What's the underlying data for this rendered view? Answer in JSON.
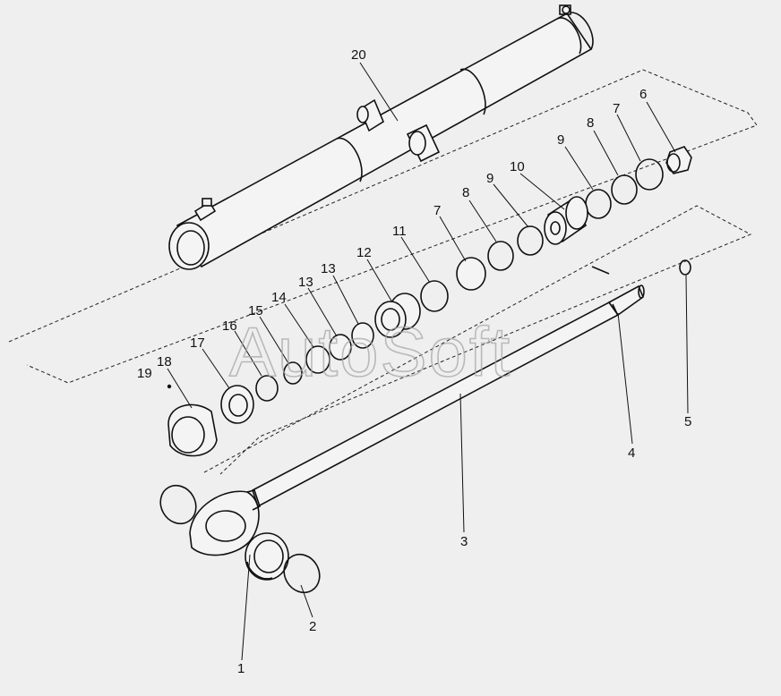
{
  "watermark": "AutoSoft",
  "callouts": [
    {
      "id": "1",
      "label": "1"
    },
    {
      "id": "2",
      "label": "2"
    },
    {
      "id": "3",
      "label": "3"
    },
    {
      "id": "4",
      "label": "4"
    },
    {
      "id": "5",
      "label": "5"
    },
    {
      "id": "6",
      "label": "6"
    },
    {
      "id": "7a",
      "label": "7"
    },
    {
      "id": "7b",
      "label": "7"
    },
    {
      "id": "8a",
      "label": "8"
    },
    {
      "id": "8b",
      "label": "8"
    },
    {
      "id": "9a",
      "label": "9"
    },
    {
      "id": "9b",
      "label": "9"
    },
    {
      "id": "10",
      "label": "10"
    },
    {
      "id": "11",
      "label": "11"
    },
    {
      "id": "12",
      "label": "12"
    },
    {
      "id": "13a",
      "label": "13"
    },
    {
      "id": "13b",
      "label": "13"
    },
    {
      "id": "14",
      "label": "14"
    },
    {
      "id": "15",
      "label": "15"
    },
    {
      "id": "16",
      "label": "16"
    },
    {
      "id": "17",
      "label": "17"
    },
    {
      "id": "18",
      "label": "18"
    },
    {
      "id": "19",
      "label": "19"
    },
    {
      "id": "20",
      "label": "20"
    }
  ]
}
